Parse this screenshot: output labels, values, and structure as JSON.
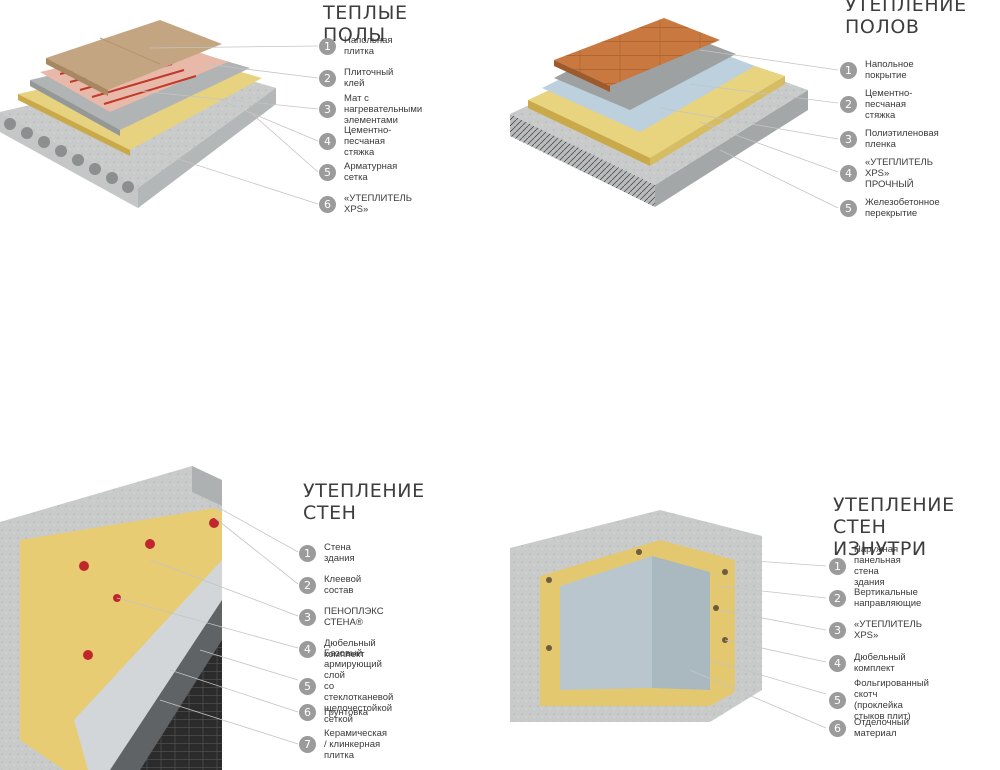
{
  "panels": [
    {
      "id": "warm-floors",
      "title": "ТЕПЛЫЕ ПОЛЫ",
      "items": [
        {
          "n": "1",
          "text": "Напольная плитка"
        },
        {
          "n": "2",
          "text": "Плиточный клей"
        },
        {
          "n": "3",
          "text": "Мат с нагревательными элементами"
        },
        {
          "n": "4",
          "text": "Цементно-песчаная стяжка"
        },
        {
          "n": "5",
          "text": "Арматурная сетка"
        },
        {
          "n": "6",
          "text": "«УТЕПЛИТЕЛЬ XPS»"
        }
      ]
    },
    {
      "id": "floor-insulation",
      "title": "УТЕПЛЕНИЕ\nПОЛОВ",
      "items": [
        {
          "n": "1",
          "text": "Напольное покрытие"
        },
        {
          "n": "2",
          "text": "Цементно-песчаная стяжка"
        },
        {
          "n": "3",
          "text": "Полиэтиленовая пленка"
        },
        {
          "n": "4",
          "text": "«УТЕПЛИТЕЛЬ XPS» ПРОЧНЫЙ"
        },
        {
          "n": "5",
          "text": "Железобетонное перекрытие"
        }
      ]
    },
    {
      "id": "wall-insulation",
      "title": "УТЕПЛЕНИЕ\nСТЕН",
      "items": [
        {
          "n": "1",
          "text": "Стена здания"
        },
        {
          "n": "2",
          "text": "Клеевой состав"
        },
        {
          "n": "3",
          "text": "ПЕНОПЛЭКС СТЕНА®"
        },
        {
          "n": "4",
          "text": "Дюбельный комплект"
        },
        {
          "n": "5",
          "text": "Базовый армирующий слой\nсо стеклотканевой щелочестойкой сеткой"
        },
        {
          "n": "6",
          "text": "Грунтовка"
        },
        {
          "n": "7",
          "text": "Керамическая / клинкерная плитка"
        }
      ]
    },
    {
      "id": "interior-wall-insulation",
      "title": "УТЕПЛЕНИЕ\nСТЕН ИЗНУТРИ",
      "items": [
        {
          "n": "1",
          "text": "Наружная панельная стена здания"
        },
        {
          "n": "2",
          "text": "Вертикальные направляющие"
        },
        {
          "n": "3",
          "text": "«УТЕПЛИТЕЛЬ XPS»"
        },
        {
          "n": "4",
          "text": "Дюбельный комплект"
        },
        {
          "n": "5",
          "text": "Фольгированный скотч\n(проклейка стыков плит)"
        },
        {
          "n": "6",
          "text": "Отделочный материал"
        }
      ]
    }
  ]
}
